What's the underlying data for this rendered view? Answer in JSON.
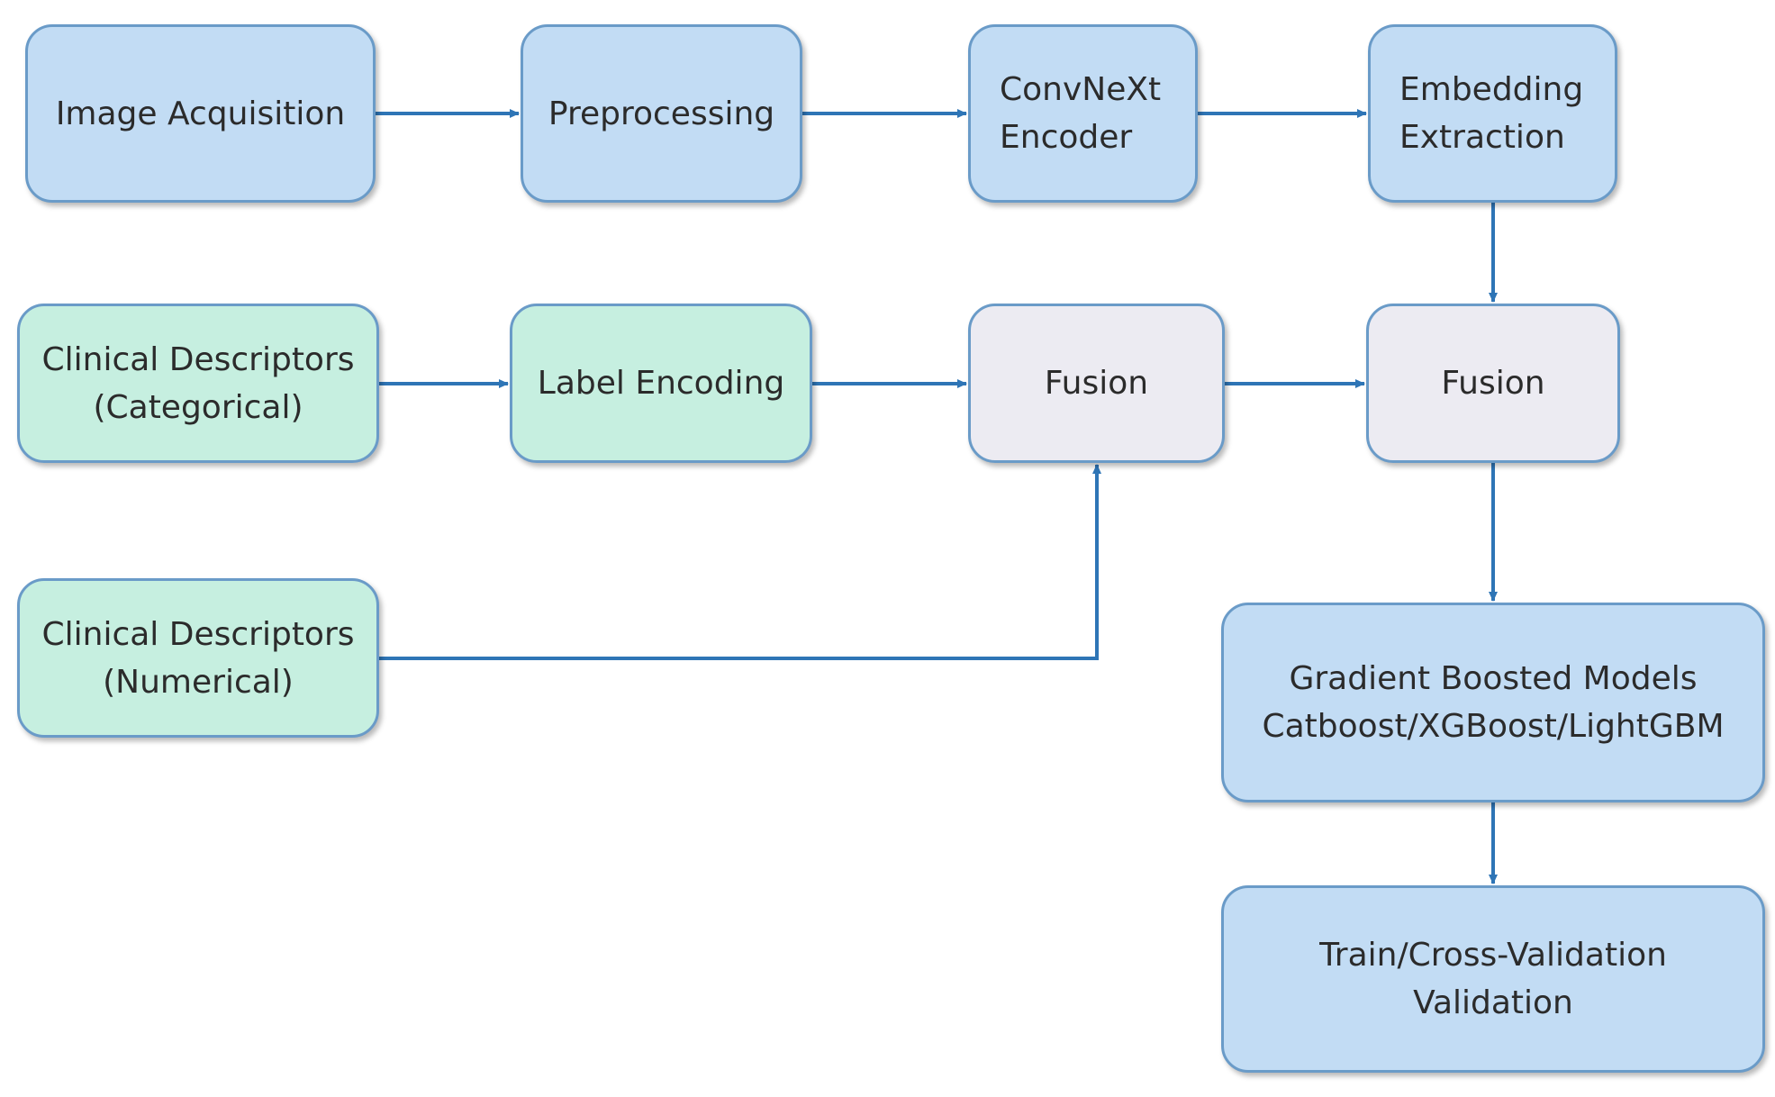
{
  "colors": {
    "arrow": "#2e75b6",
    "node_border": "#6a9bc8",
    "blue_fill": "#c2dcf4",
    "green_fill": "#c6efe0",
    "gray_fill": "#ecebf2"
  },
  "nodes": {
    "image_acquisition": "Image Acquisition",
    "preprocessing": "Preprocessing",
    "convnext_encoder": "ConvNeXt\nEncoder",
    "embedding_extraction": "Embedding\nExtraction",
    "clinical_categorical": "Clinical Descriptors\n(Categorical)",
    "label_encoding": "Label Encoding",
    "fusion_1": "Fusion",
    "fusion_2": "Fusion",
    "clinical_numerical": "Clinical Descriptors\n(Numerical)",
    "gradient_boosted": "Gradient Boosted Models\nCatboost/XGBoost/LightGBM",
    "train_validation": "Train/Cross-Validation\nValidation"
  },
  "edges": [
    {
      "from": "image_acquisition",
      "to": "preprocessing"
    },
    {
      "from": "preprocessing",
      "to": "convnext_encoder"
    },
    {
      "from": "convnext_encoder",
      "to": "embedding_extraction"
    },
    {
      "from": "embedding_extraction",
      "to": "fusion_2"
    },
    {
      "from": "clinical_categorical",
      "to": "label_encoding"
    },
    {
      "from": "label_encoding",
      "to": "fusion_1"
    },
    {
      "from": "fusion_1",
      "to": "fusion_2"
    },
    {
      "from": "clinical_numerical",
      "to": "fusion_1"
    },
    {
      "from": "fusion_2",
      "to": "gradient_boosted"
    },
    {
      "from": "gradient_boosted",
      "to": "train_validation"
    }
  ]
}
